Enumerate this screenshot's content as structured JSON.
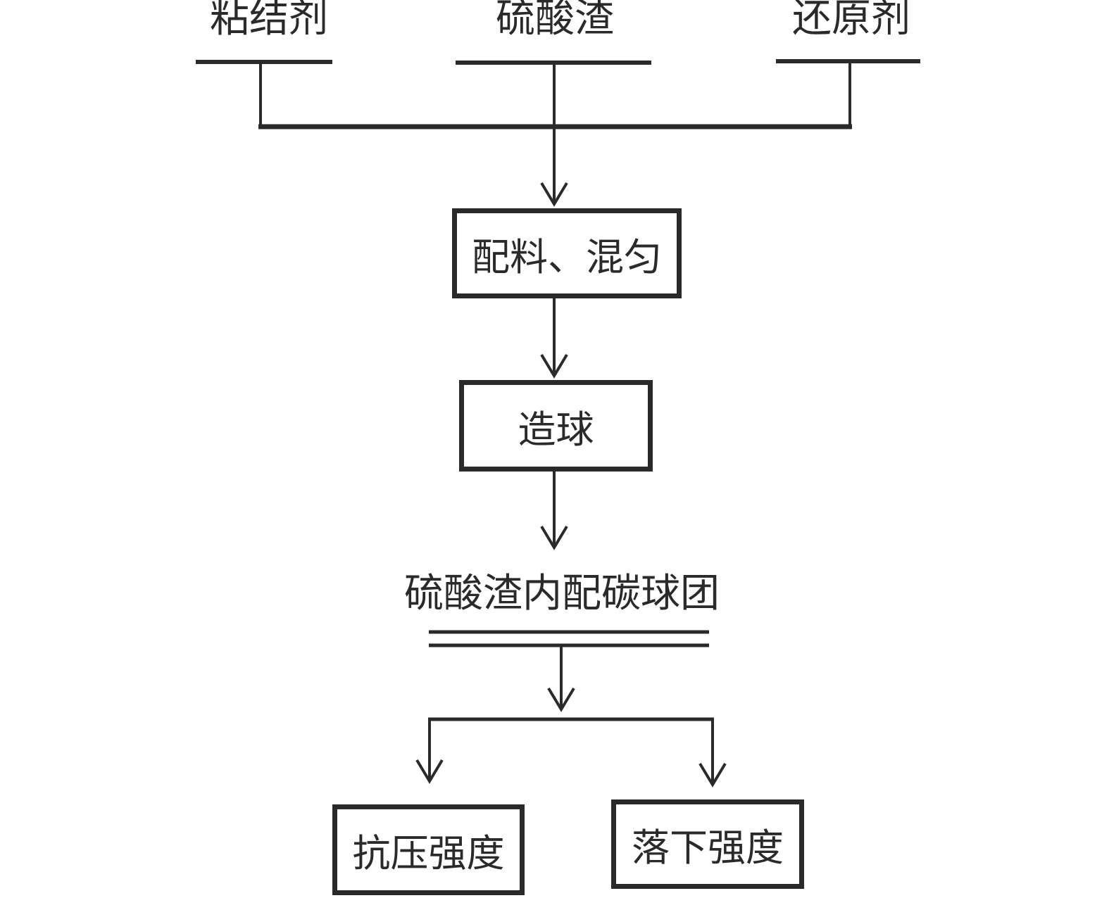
{
  "diagram": {
    "colors": {
      "background": "#ffffff",
      "line": "#2a2a2a",
      "text": "#2a2a2a"
    },
    "inputs": [
      {
        "label": "粘结剂"
      },
      {
        "label": "硫酸渣"
      },
      {
        "label": "还原剂"
      }
    ],
    "steps": [
      {
        "label": "配料、混匀"
      },
      {
        "label": "造球"
      }
    ],
    "product": {
      "label": "硫酸渣内配碳球团"
    },
    "results": [
      {
        "label": "抗压强度"
      },
      {
        "label": "落下强度"
      }
    ]
  }
}
